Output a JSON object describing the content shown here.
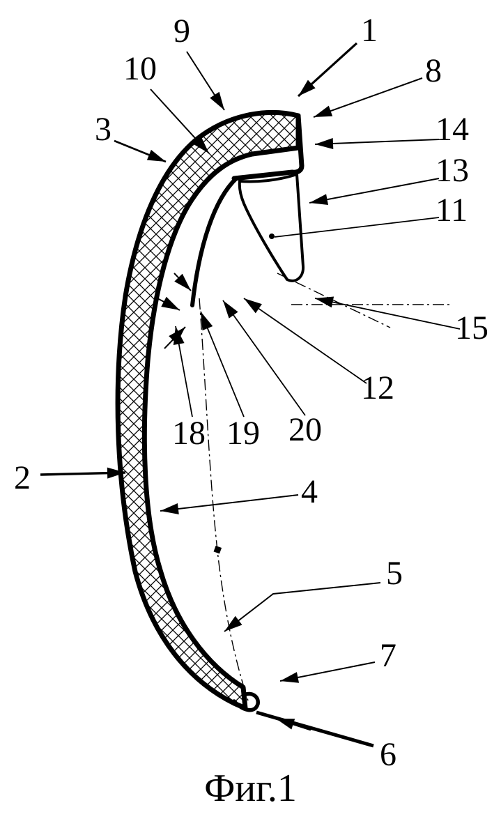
{
  "figure": {
    "caption": "Фиг.1",
    "kind": "patent-line-drawing",
    "colors": {
      "ink": "#000000",
      "background": "#ffffff"
    },
    "labels": {
      "1": "1",
      "2": "2",
      "3": "3",
      "4": "4",
      "5": "5",
      "6": "6",
      "7": "7",
      "8": "8",
      "9": "9",
      "10": "10",
      "11": "11",
      "12": "12",
      "13": "13",
      "14": "14",
      "15": "15",
      "18": "18",
      "19": "19",
      "20": "20"
    }
  }
}
